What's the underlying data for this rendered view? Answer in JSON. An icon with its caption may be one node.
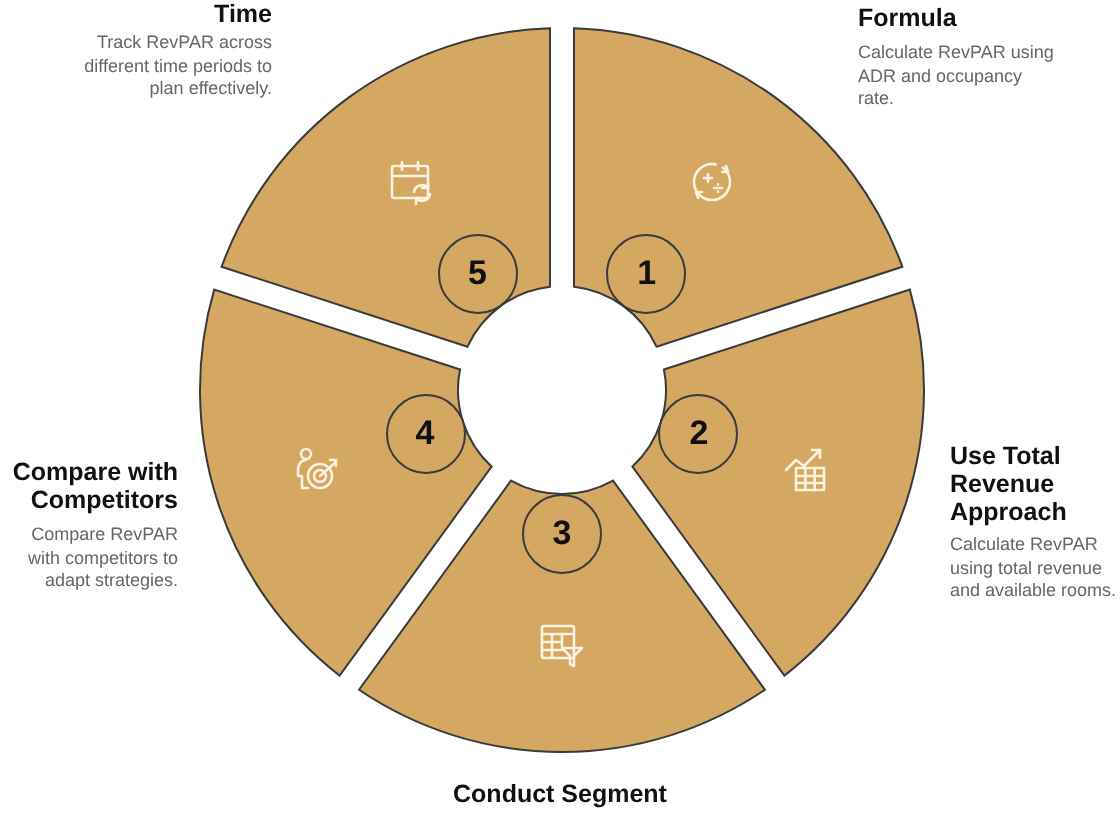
{
  "diagram": {
    "nodes": [
      {
        "text": [
          "1",
          "Formula",
          "Calculate RevPAR using ADR and occupancy rate."
        ]
      },
      {
        "text": [
          "2",
          "Use Total Revenue Approach",
          "Calculate RevPAR using total revenue and available rooms."
        ]
      },
      {
        "text": [
          "3",
          "Conduct Segment"
        ]
      },
      {
        "text": [
          "4",
          "Compare with Competitors",
          "Compare RevPAR with competitors to adapt strategies."
        ]
      },
      {
        "text": [
          "5",
          "Time",
          "Track RevPAR across different time periods to plan effectively."
        ]
      }
    ]
  }
}
